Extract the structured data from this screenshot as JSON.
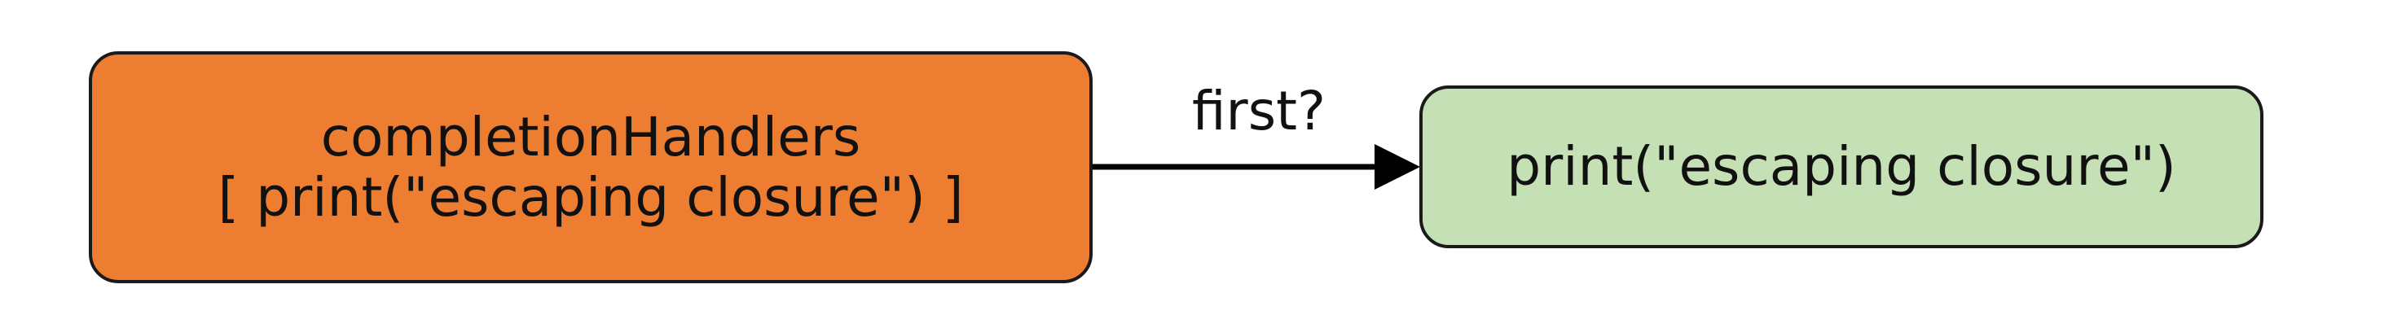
{
  "diagram": {
    "source_node": {
      "title": "completionHandlers",
      "content": "[ print(\"escaping closure\") ]",
      "fill_color": "#ED7D31"
    },
    "target_node": {
      "content": "print(\"escaping closure\")",
      "fill_color": "#C5E0B4"
    },
    "edge": {
      "label": "first?",
      "color": "#000000"
    }
  }
}
